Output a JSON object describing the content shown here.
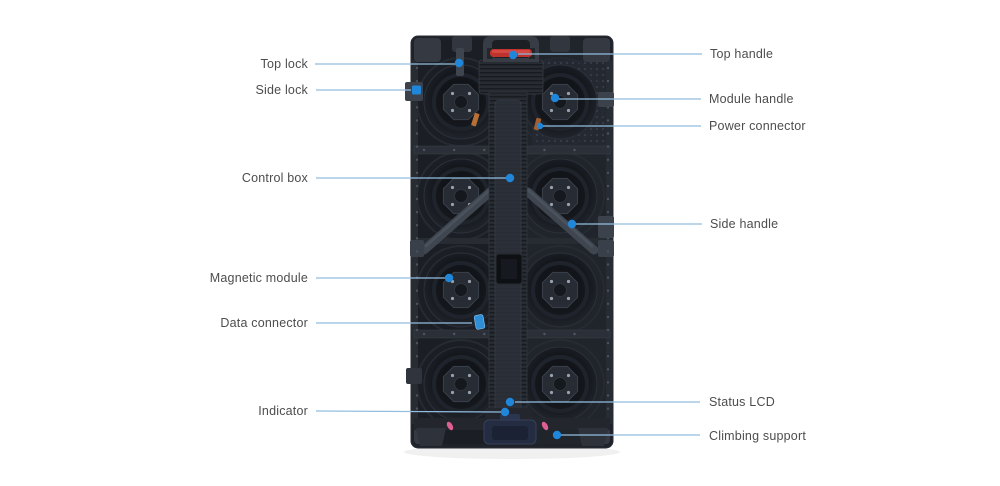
{
  "diagram": {
    "labels": {
      "left": [
        {
          "id": "top-lock",
          "text": "Top lock"
        },
        {
          "id": "side-lock",
          "text": "Side lock"
        },
        {
          "id": "control-box",
          "text": "Control box"
        },
        {
          "id": "magnetic-module",
          "text": "Magnetic module"
        },
        {
          "id": "data-connector",
          "text": "Data connector"
        },
        {
          "id": "indicator",
          "text": "Indicator"
        }
      ],
      "right": [
        {
          "id": "top-handle",
          "text": "Top handle"
        },
        {
          "id": "module-handle",
          "text": "Module handle"
        },
        {
          "id": "power-connector",
          "text": "Power connector"
        },
        {
          "id": "side-handle",
          "text": "Side handle"
        },
        {
          "id": "status-lcd",
          "text": "Status LCD"
        },
        {
          "id": "climbing-support",
          "text": "Climbing support"
        }
      ]
    },
    "colors": {
      "leader_line": "#92bedf",
      "anchor_dot": "#1f86d9",
      "label_text": "#4d4d4d",
      "background": "#ffffff",
      "panel_red_handle": "#c0332c",
      "panel_body": "#20242b"
    }
  }
}
